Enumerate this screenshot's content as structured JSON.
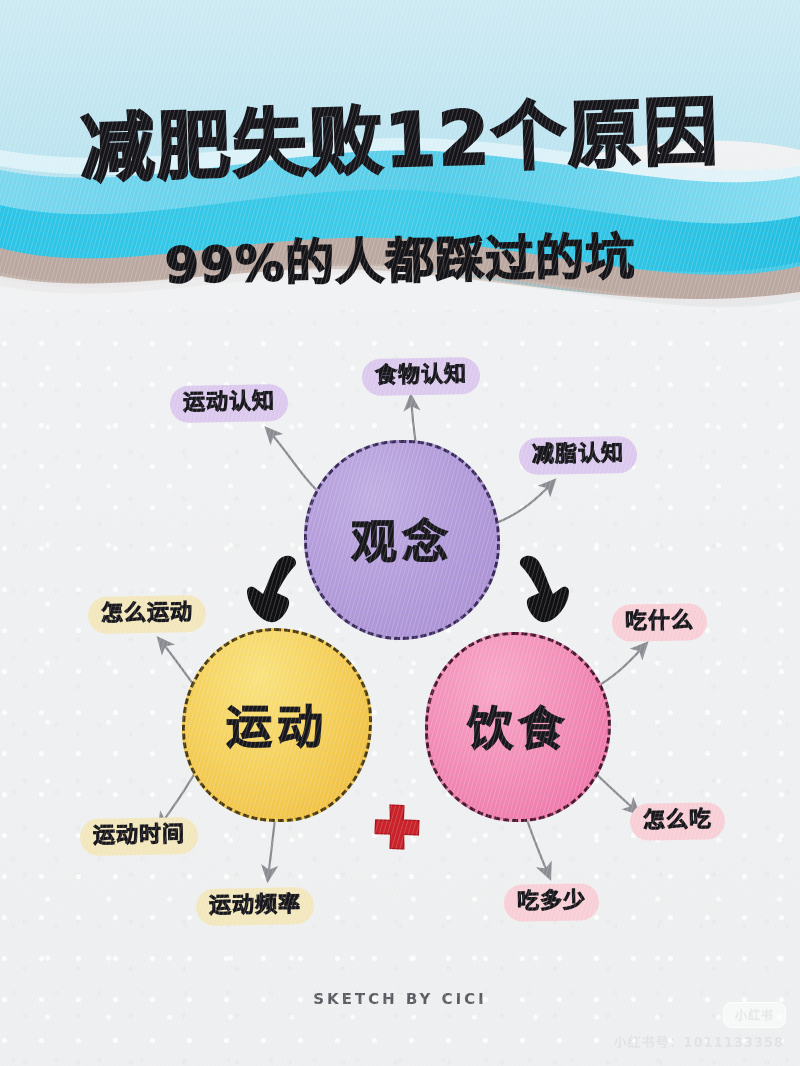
{
  "poster": {
    "title": "减肥失败12个原因",
    "subtitle": "99%的人都踩过的坑",
    "credit": "SKETCH BY CICI",
    "background_color": "#f1f2f3"
  },
  "header_waves": {
    "sky_color": "#c2e4ef",
    "wave_colors": [
      "#2ec6e6",
      "#55cfe8",
      "#8fdff0",
      "#b9a39b",
      "#ffffff"
    ]
  },
  "diagram": {
    "type": "concept-map",
    "nodes": [
      {
        "id": "concept",
        "label": "观念",
        "color": "#b49ddb",
        "border_color": "#3a2c5a",
        "branches": [
          "运动认知",
          "食物认知",
          "减脂认知"
        ]
      },
      {
        "id": "exercise",
        "label": "运动",
        "color": "#f5d15c",
        "border_color": "#4a3a10",
        "branches": [
          "怎么运动",
          "运动时间",
          "运动频率"
        ]
      },
      {
        "id": "diet",
        "label": "饮食",
        "color": "#f28fb8",
        "border_color": "#4a1630",
        "branches": [
          "吃什么",
          "怎么吃",
          "吃多少"
        ]
      }
    ],
    "pills": {
      "concept_left": "运动认知",
      "concept_top": "食物认知",
      "concept_right": "减脂认知",
      "exercise_top": "怎么运动",
      "exercise_left": "运动时间",
      "exercise_bottom": "运动频率",
      "diet_top": "吃什么",
      "diet_right": "怎么吃",
      "diet_bottom": "吃多少"
    },
    "plus_symbol": "+",
    "plus_color": "#c9222a",
    "flow_arrows": [
      "观念 → 运动",
      "观念 → 饮食"
    ]
  },
  "watermark": {
    "badge": "小红书",
    "user_id": "小红书号：1011133358"
  }
}
